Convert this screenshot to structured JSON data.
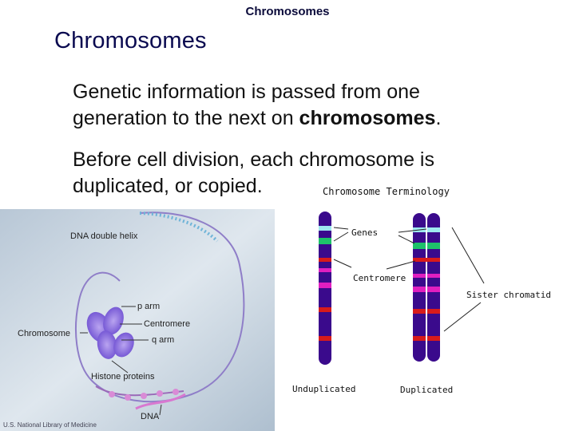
{
  "header": {
    "caption": "Chromosomes"
  },
  "slide": {
    "title": "Chromosomes",
    "paragraph1": {
      "text": "Genetic information is passed from one generation to the next on ",
      "bold": "chromosomes",
      "end": "."
    },
    "paragraph2": {
      "text": "Before cell division, each chromosome is duplicated, or copied."
    }
  },
  "illustration": {
    "labels": {
      "dna_double_helix": "DNA double helix",
      "p_arm": "p arm",
      "centromere": "Centromere",
      "chromosome": "Chromosome",
      "q_arm": "q arm",
      "histone_proteins": "Histone proteins",
      "dna": "DNA"
    },
    "credit": "U.S. National Library of Medicine"
  },
  "terminology": {
    "title": "Chromosome Terminology",
    "genes": "Genes",
    "centromere": "Centromere",
    "sister_chromatid": "Sister chromatid",
    "unduplicated": "Unduplicated",
    "duplicated": "Duplicated"
  },
  "colors": {
    "chromosome": "#3a0a8c",
    "band_red": "#d81b1b",
    "band_cyan": "#9fe8f0",
    "band_green": "#1ec26a",
    "band_magenta": "#e01fc0",
    "illustration_bg": "#c9d6e3"
  }
}
